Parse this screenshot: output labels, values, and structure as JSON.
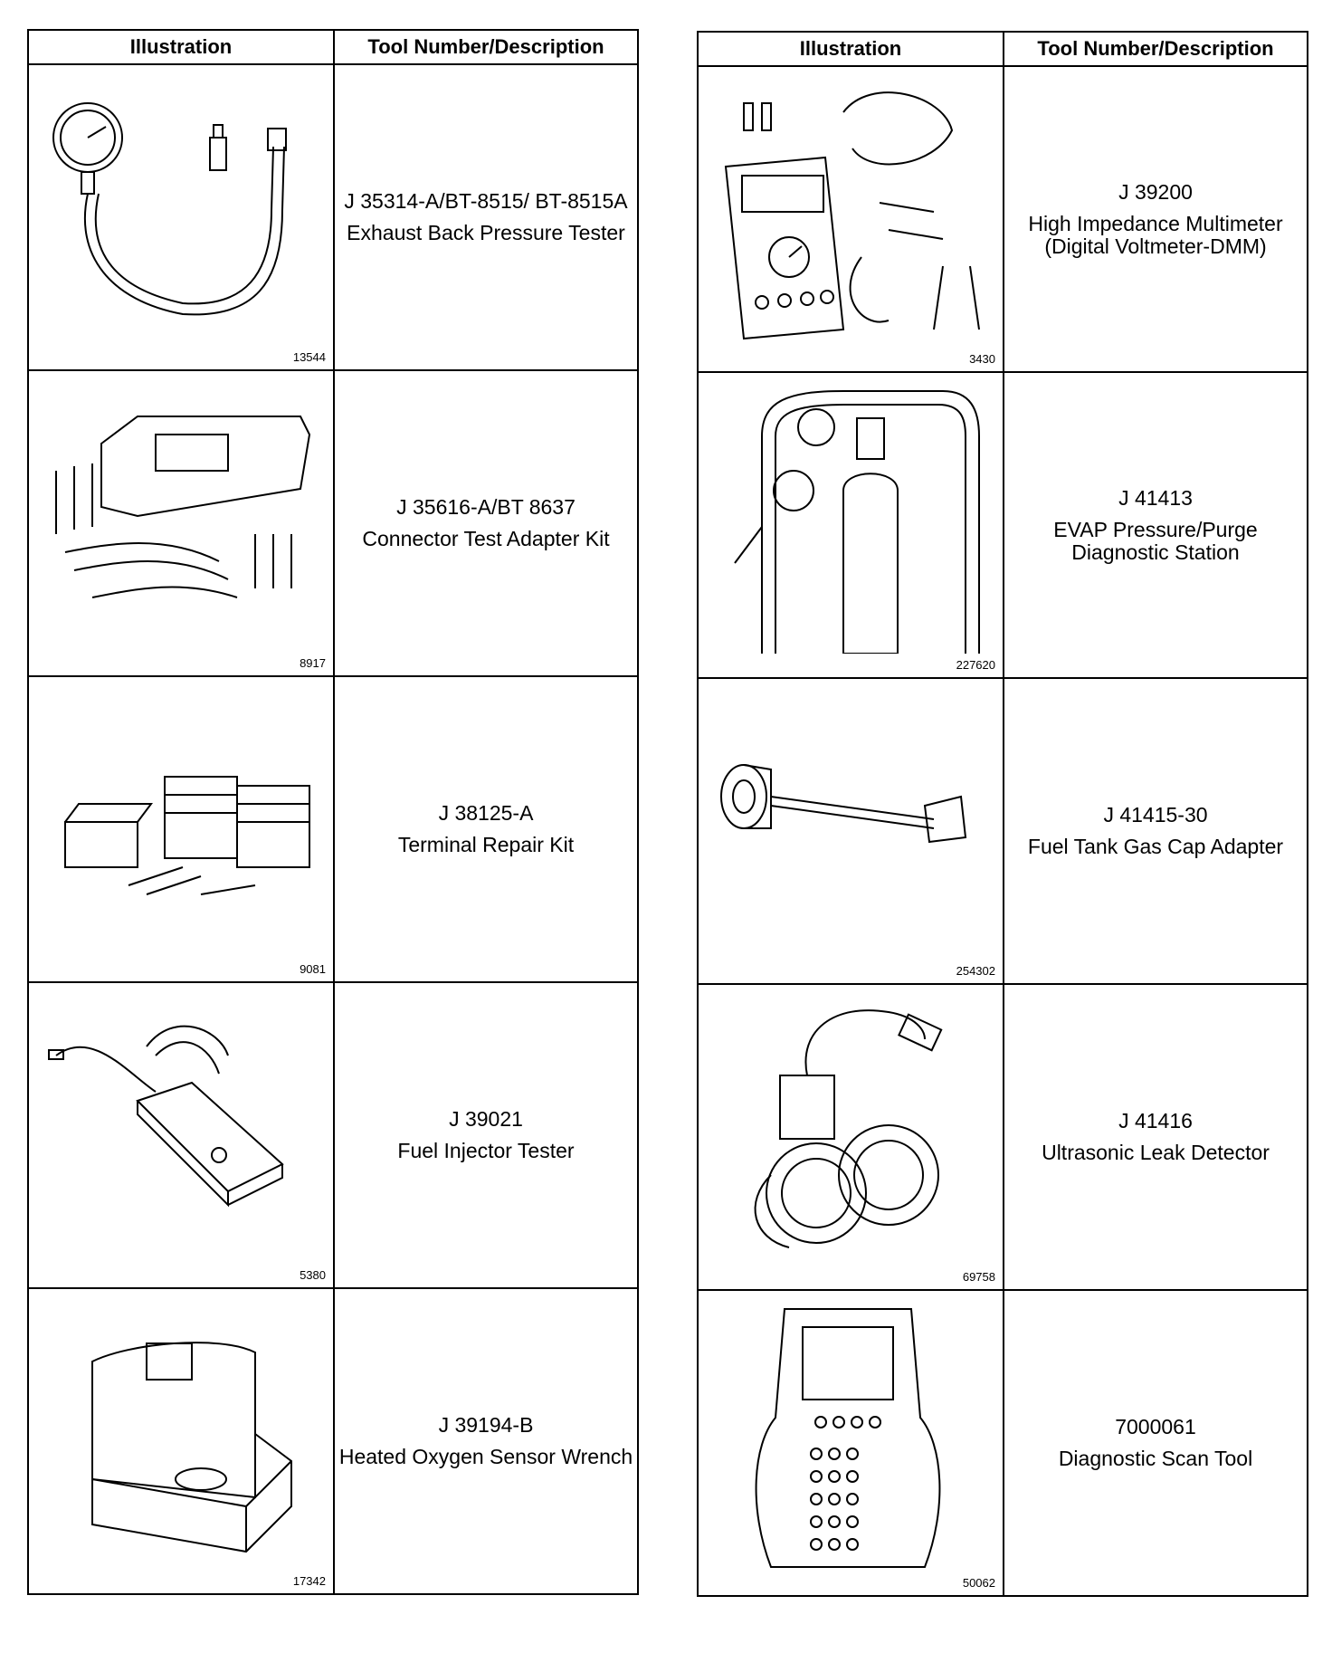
{
  "headers": {
    "illustration": "Illustration",
    "tool": "Tool Number/Description"
  },
  "left_column": [
    {
      "number": "J 35314-A/BT-8515/ BT-8515A",
      "description": "Exhaust Back Pressure Tester",
      "figure": "13544",
      "icon": "pressure-gauge-icon"
    },
    {
      "number": "J 35616-A/BT 8637",
      "description": "Connector Test Adapter Kit",
      "figure": "8917",
      "icon": "adapter-kit-icon"
    },
    {
      "number": "J 38125-A",
      "description": "Terminal Repair Kit",
      "figure": "9081",
      "icon": "repair-kit-icon"
    },
    {
      "number": "J 39021",
      "description": "Fuel Injector Tester",
      "figure": "5380",
      "icon": "injector-tester-icon"
    },
    {
      "number": "J 39194-B",
      "description": "Heated Oxygen Sensor Wrench",
      "figure": "17342",
      "icon": "sensor-wrench-icon"
    }
  ],
  "right_column": [
    {
      "number": "J 39200",
      "description": "High Impedance Multimeter (Digital Voltmeter-DMM)",
      "figure": "3430",
      "icon": "multimeter-icon"
    },
    {
      "number": "J 41413",
      "description": "EVAP Pressure/Purge Diagnostic Station",
      "figure": "227620",
      "icon": "evap-station-icon"
    },
    {
      "number": "J 41415-30",
      "description": "Fuel Tank Gas Cap Adapter",
      "figure": "254302",
      "icon": "gas-cap-adapter-icon"
    },
    {
      "number": "J 41416",
      "description": "Ultrasonic Leak Detector",
      "figure": "69758",
      "icon": "leak-detector-icon"
    },
    {
      "number": "7000061",
      "description": "Diagnostic Scan Tool",
      "figure": "50062",
      "icon": "scan-tool-icon"
    }
  ]
}
